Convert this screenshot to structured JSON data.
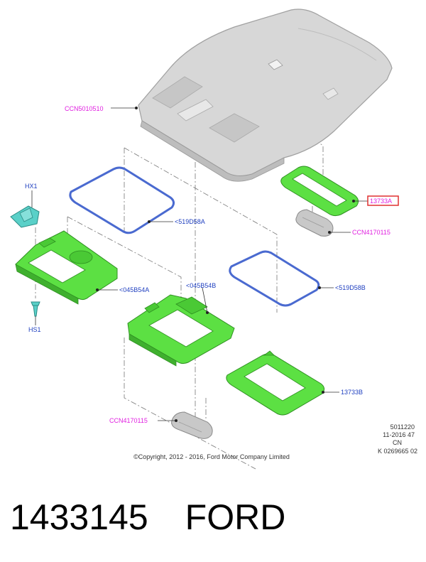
{
  "labels": {
    "headliner": "CCN5010510",
    "lamp_top": "CCN4170115",
    "lamp_bottom": "CCN4170115",
    "bezel_top_right": "13733A",
    "bezel_bottom_right": "13733B",
    "seal_left": "<519D58A",
    "seal_right": "<519D58B",
    "console_left": "<045B54A",
    "console_center": "<045B54B",
    "bracket": "HX1",
    "screw": "HS1"
  },
  "colors": {
    "part_label": "#e020e0",
    "ref_label": "#2040c0",
    "highlight_box": "#e03030",
    "part_fill": "#5ce043",
    "seal_stroke": "#4a6ad0",
    "bracket_fill": "#5ad0c8",
    "headliner_fill": "#d7d7d7"
  },
  "info": {
    "line1": "5011220",
    "line2": "11-2016 47",
    "line3": "CN",
    "line4": "K 0269665 02"
  },
  "copyright": "©Copyright, 2012 - 2016, Ford Motor Company Limited",
  "footer": {
    "part_number": "1433145",
    "brand": "FORD"
  }
}
